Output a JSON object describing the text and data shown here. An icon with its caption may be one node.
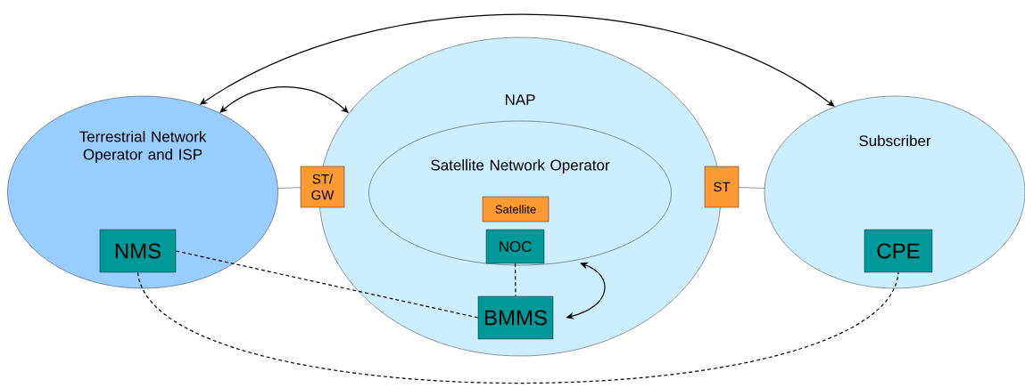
{
  "diagram": {
    "nodes": [
      {
        "text": [
          "Terrestrial Network Operator and ISP"
        ]
      },
      {
        "text": [
          "NMS"
        ],
        "in": 0
      },
      {
        "text": [
          "NAP"
        ]
      },
      {
        "text": [
          "Satellite Network Operator"
        ],
        "in": 2
      },
      {
        "text": [
          "Satellite"
        ],
        "in": 3
      },
      {
        "text": [
          "NOC"
        ],
        "in": 3
      },
      {
        "text": [
          "BMMS"
        ],
        "in": 2
      },
      {
        "text": [
          "ST/ GW"
        ]
      },
      {
        "text": [
          "ST"
        ]
      },
      {
        "text": [
          "Subscriber"
        ]
      },
      {
        "text": [
          "CPE"
        ],
        "in": 9
      }
    ],
    "edges": [
      {
        "from": 0,
        "to": 9,
        "arrow": "both"
      },
      {
        "from": 0,
        "to": 2,
        "arrow": "both"
      },
      {
        "from": 0,
        "to": 7,
        "arrow": "none"
      },
      {
        "from": 8,
        "to": 9,
        "arrow": "none"
      },
      {
        "from": 1,
        "to": 6,
        "arrow": "none",
        "style": "dashed"
      },
      {
        "from": 5,
        "to": 6,
        "arrow": "none",
        "style": "dashed"
      },
      {
        "from": 1,
        "to": 10,
        "arrow": "none",
        "style": "dashed"
      },
      {
        "from": 6,
        "to": 3,
        "arrow": "both"
      }
    ]
  }
}
